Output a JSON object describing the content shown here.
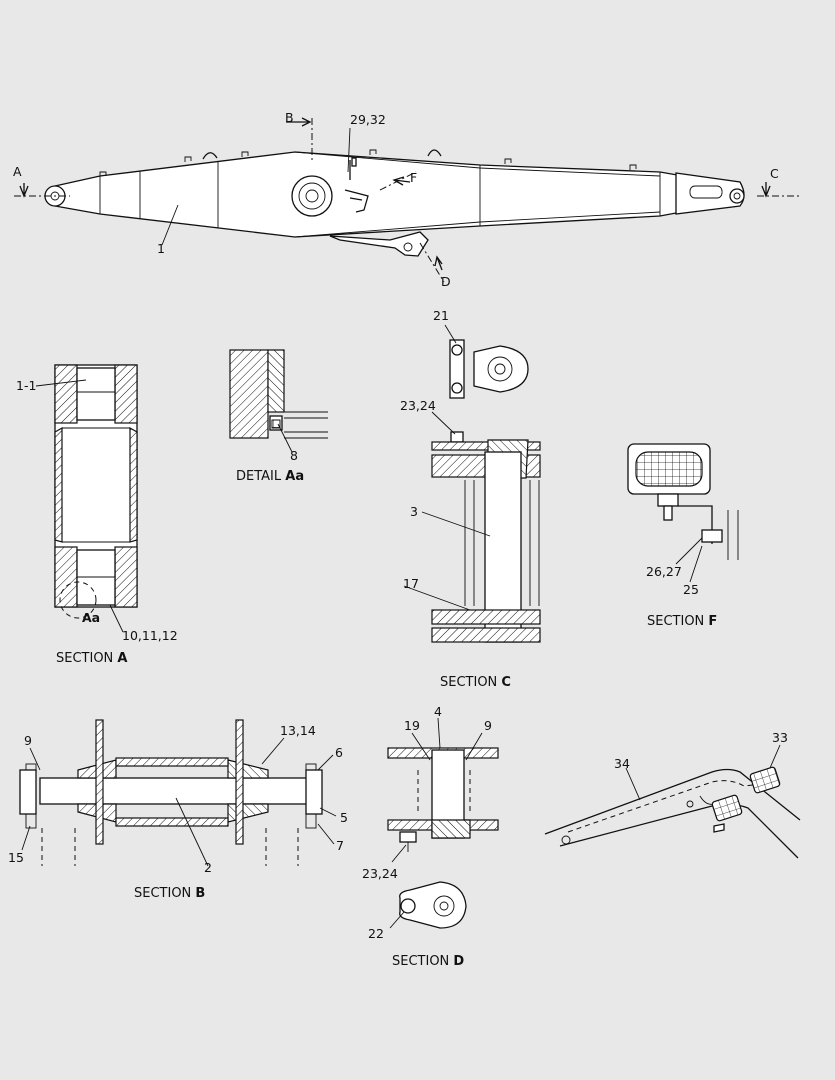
{
  "labels": {
    "sec_b_marker": "B",
    "parts_29_32": "29,32",
    "sec_a_marker": "A",
    "sec_c_marker": "C",
    "sec_f_marker": "F",
    "sec_d_marker": "D",
    "part_1": "1",
    "part_21": "21",
    "part_1_1": "1-1",
    "part_23_24_c": "23,24",
    "part_8": "8",
    "part_3": "3",
    "part_17": "17",
    "part_26_27": "26,27",
    "part_25": "25",
    "detail_aa_ref": "Aa",
    "part_10_11_12": "10,11,12",
    "part_13_14": "13,14",
    "part_9_b": "9",
    "part_6": "6",
    "part_5": "5",
    "part_7": "7",
    "part_15": "15",
    "part_2": "2",
    "part_4": "4",
    "part_19": "19",
    "part_9_d": "9",
    "part_23_24_d": "23,24",
    "part_22": "22",
    "part_33": "33",
    "part_34": "34"
  },
  "captions": {
    "section_a": {
      "word": "SECTION",
      "letter": "A"
    },
    "detail_aa": {
      "word": "DETAIL",
      "letter": "Aa"
    },
    "section_c": {
      "word": "SECTION",
      "letter": "C"
    },
    "section_f": {
      "word": "SECTION",
      "letter": "F"
    },
    "section_b": {
      "word": "SECTION",
      "letter": "B"
    },
    "section_d": {
      "word": "SECTION",
      "letter": "D"
    }
  }
}
